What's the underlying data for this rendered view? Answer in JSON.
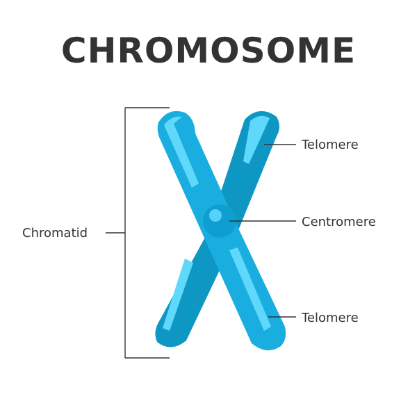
{
  "title": "CHROMOSOME",
  "labels": {
    "chromatid": "Chromatid",
    "telomere_top": "Telomere",
    "centromere": "Centromere",
    "telomere_bottom": "Telomere"
  },
  "colors": {
    "background": "#ffffff",
    "text": "#333333",
    "line": "#333333",
    "chromatid_front": "#1aaee0",
    "chromatid_back": "#0f97c4",
    "chromatid_shade": "#0b7fa7",
    "highlight": "#5fd8fb",
    "centromere_outer": "#0e9fd0",
    "centromere_inner": "#55d2fa"
  }
}
